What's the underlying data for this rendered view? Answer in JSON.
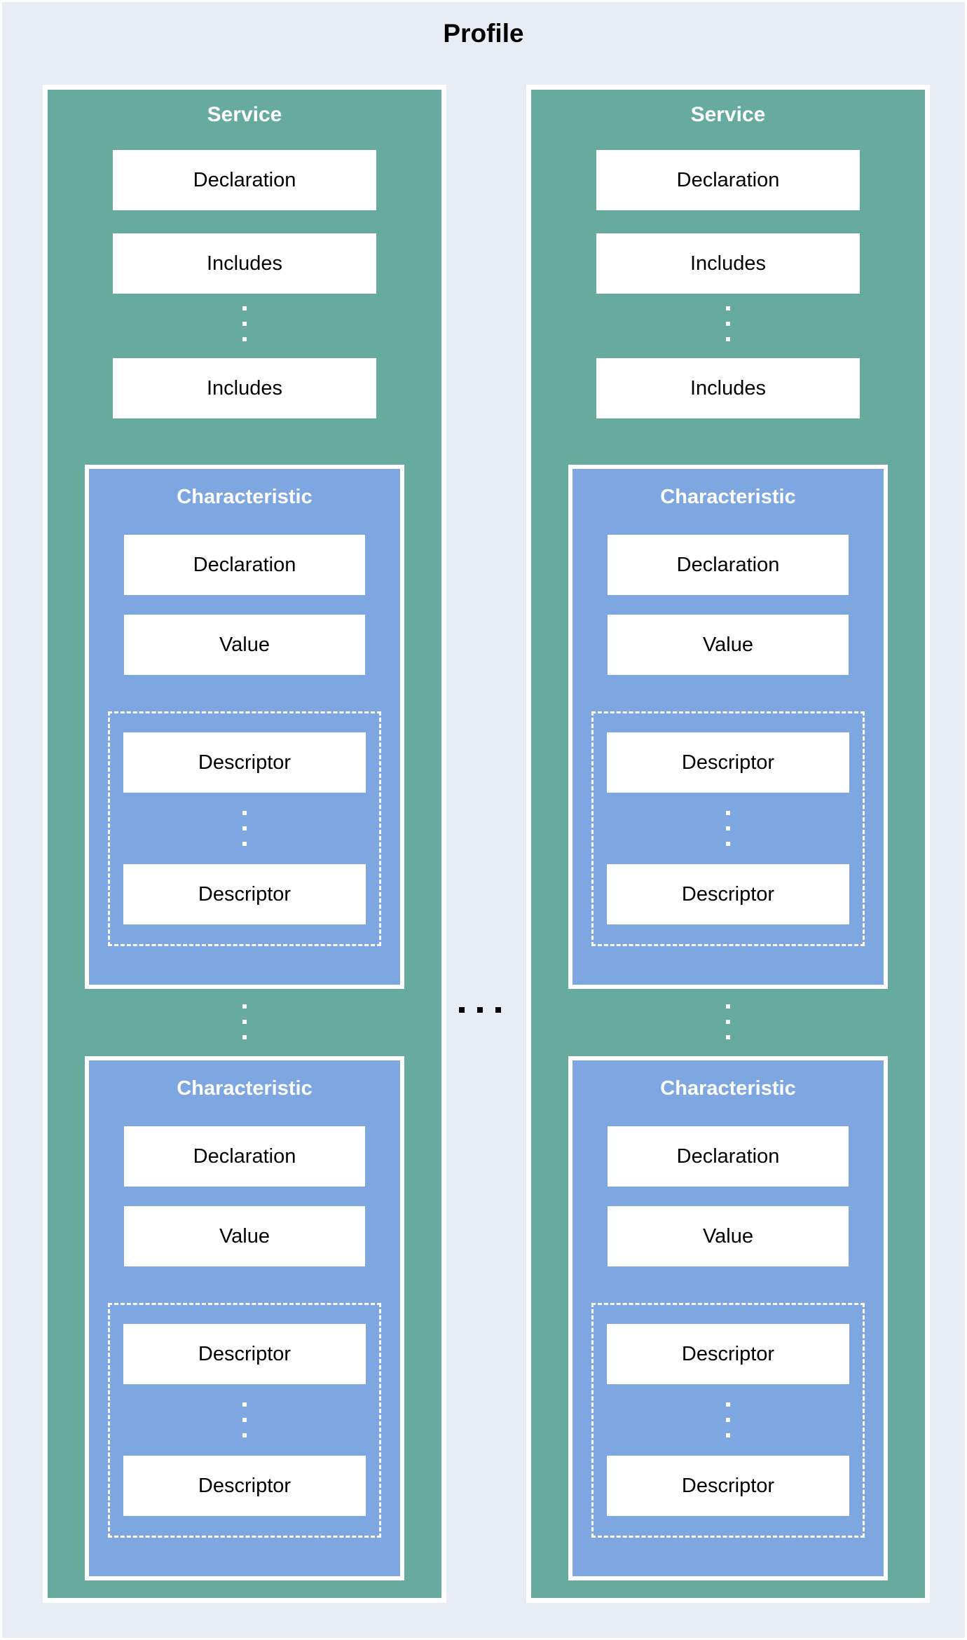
{
  "title": "Profile",
  "colors": {
    "background": "#e8edf5",
    "service_fill": "#67ab9f",
    "characteristic_fill": "#7ea6e0",
    "box_fill": "#ffffff",
    "border": "#ffffff",
    "text": "#000000"
  },
  "icons": {
    "vertical_ellipsis": "⋮",
    "horizontal_ellipsis": "⋯"
  },
  "services": [
    {
      "title": "Service",
      "declaration_label": "Declaration",
      "includes_labels": [
        "Includes",
        "Includes"
      ],
      "characteristics": [
        {
          "title": "Characteristic",
          "declaration_label": "Declaration",
          "value_label": "Value",
          "descriptor_labels": [
            "Descriptor",
            "Descriptor"
          ]
        },
        {
          "title": "Characteristic",
          "declaration_label": "Declaration",
          "value_label": "Value",
          "descriptor_labels": [
            "Descriptor",
            "Descriptor"
          ]
        }
      ]
    },
    {
      "title": "Service",
      "declaration_label": "Declaration",
      "includes_labels": [
        "Includes",
        "Includes"
      ],
      "characteristics": [
        {
          "title": "Characteristic",
          "declaration_label": "Declaration",
          "value_label": "Value",
          "descriptor_labels": [
            "Descriptor",
            "Descriptor"
          ]
        },
        {
          "title": "Characteristic",
          "declaration_label": "Declaration",
          "value_label": "Value",
          "descriptor_labels": [
            "Descriptor",
            "Descriptor"
          ]
        }
      ]
    }
  ]
}
